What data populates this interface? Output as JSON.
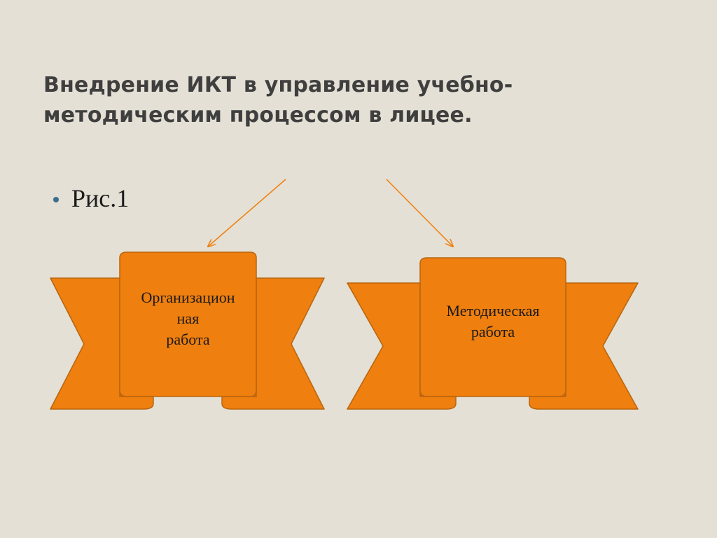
{
  "slide": {
    "title": "Внедрение ИКТ в управление учебно-методическим процессом в лицее.",
    "bullet": "Рис.1"
  },
  "banners": [
    {
      "label": "Организацион\nная\nработа"
    },
    {
      "label": "Методическая\nработа"
    }
  ],
  "colors": {
    "background": "#e4e0d5",
    "banner_fill": "#ef7f0e",
    "banner_shade": "#c96a0c",
    "banner_stroke": "#b8650f",
    "arrow": "#ef7f0e",
    "bullet": "#3a6f8f",
    "title": "#3f3f3f"
  }
}
